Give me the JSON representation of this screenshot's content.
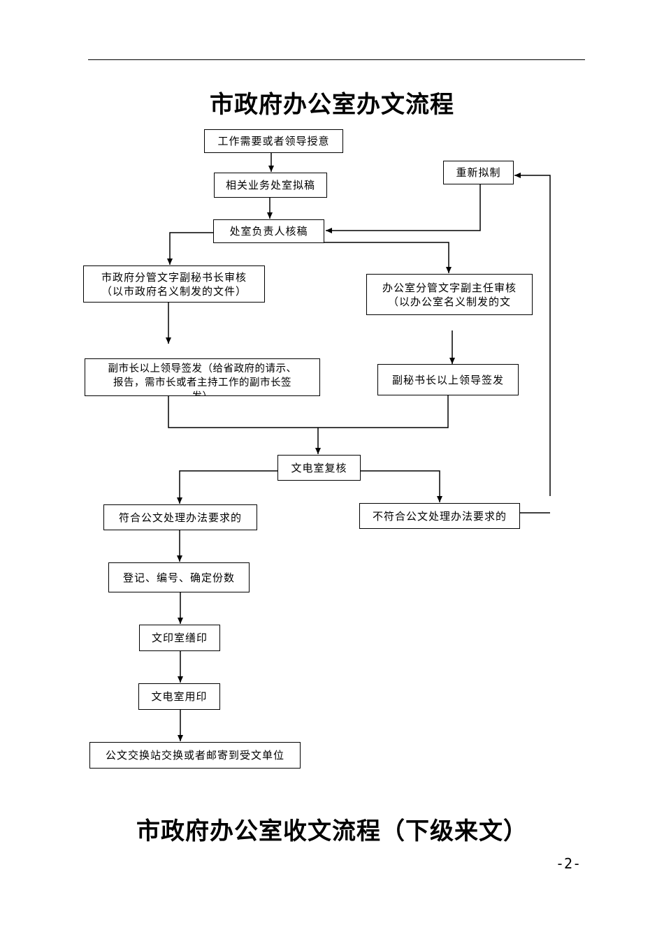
{
  "document": {
    "title": "市政府办公室办文流程",
    "next_section_title": "市政府办公室收文流程（下级来文）",
    "page_number": "-2-"
  },
  "flowchart": {
    "nodes": {
      "start": "工作需要或者领导授意",
      "draft": "相关业务处室拟稿",
      "redraft": "重新拟制",
      "dept_review": "处室负责人核稿",
      "deputy_secretary_review_l1": "市政府分管文字副秘书长审核",
      "deputy_secretary_review_l2": "（以市政府名义制发的文件）",
      "office_deputy_review_l1": "办公室分管文字副主任审核",
      "office_deputy_review_l2": "（以办公室名义制发的文",
      "vice_mayor_sign_l1": "副市长以上领导签发（给省政府的请示、",
      "vice_mayor_sign_l2": "报告，需市长或者主持工作的副市长签",
      "vice_mayor_sign_l3": "发）",
      "deputy_sg_sign": "副秘书长以上领导签发",
      "telecom_recheck": "文电室复核",
      "compliant": "符合公文处理办法要求的",
      "non_compliant": "不符合公文处理办法要求的",
      "register": "登记、编号、确定份数",
      "printing": "文印室缮印",
      "sealing": "文电室用印",
      "dispatch": "公文交换站交换或者邮寄到受文单位"
    }
  }
}
